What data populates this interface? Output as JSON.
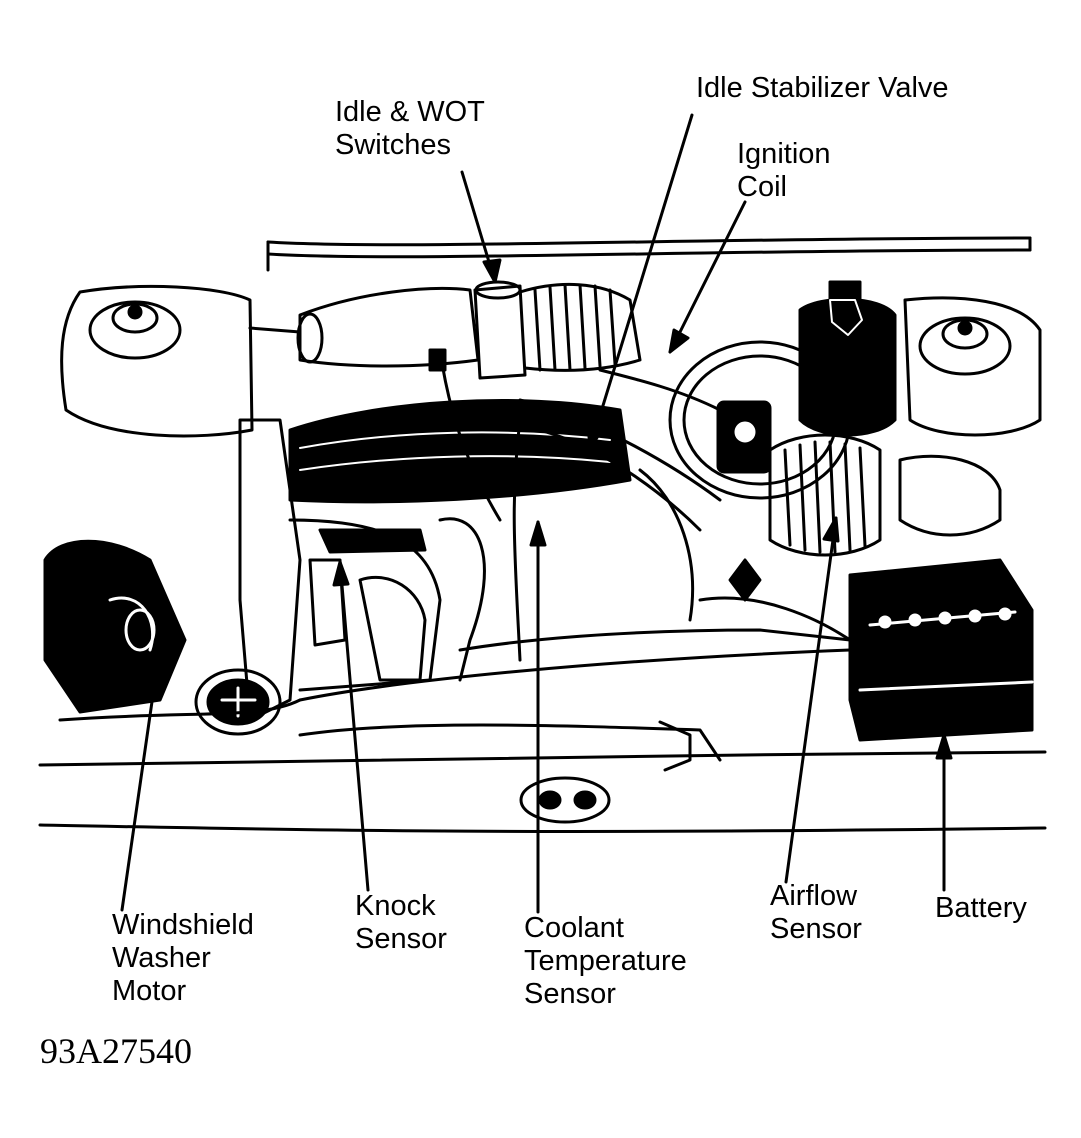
{
  "labels": {
    "idle_wot": [
      "Idle & WOT",
      "Switches"
    ],
    "idle_stabilizer": [
      "Idle Stabilizer Valve"
    ],
    "ignition_coil": [
      "Ignition",
      "Coil"
    ],
    "windshield_washer": [
      "Windshield",
      "Washer",
      "Motor"
    ],
    "knock_sensor": [
      "Knock",
      "Sensor"
    ],
    "coolant_temp": [
      "Coolant",
      "Temperature",
      "Sensor"
    ],
    "airflow_sensor": [
      "Airflow",
      "Sensor"
    ],
    "battery": [
      "Battery"
    ]
  },
  "figure_code": "93A27540",
  "colors": {
    "ink": "#000000",
    "paper": "#ffffff"
  }
}
